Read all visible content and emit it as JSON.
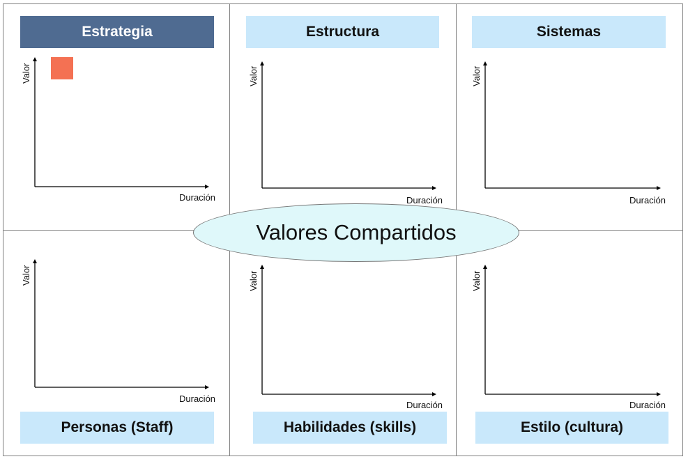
{
  "center": {
    "label": "Valores Compartidos"
  },
  "axis_labels": {
    "y": "Valor",
    "x": "Duración"
  },
  "cells": [
    {
      "title": "Estrategia",
      "selected": true,
      "marker_color": "#f47153"
    },
    {
      "title": "Estructura",
      "selected": false
    },
    {
      "title": "Sistemas",
      "selected": false
    },
    {
      "title": "Personas (Staff)",
      "selected": false
    },
    {
      "title": "Habilidades (skills)",
      "selected": false
    },
    {
      "title": "Estilo (cultura)",
      "selected": false
    }
  ],
  "colors": {
    "selected_title_bg": "#4f6b91",
    "title_bg": "#c9e8fb",
    "center_bg": "#dff8fa"
  }
}
